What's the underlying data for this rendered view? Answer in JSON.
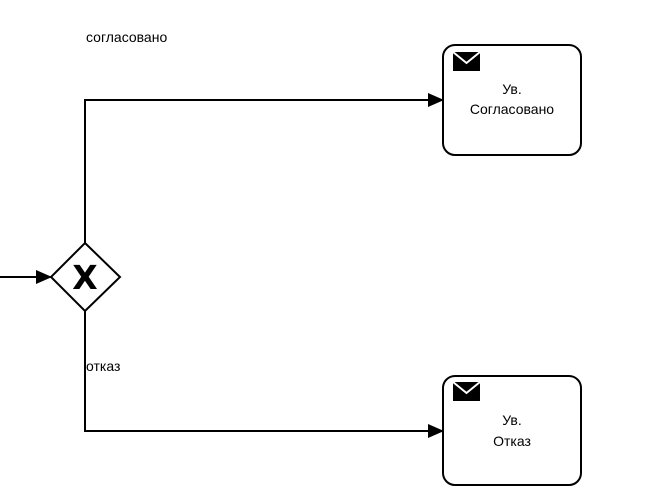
{
  "diagram": {
    "gateway": {
      "type": "exclusive",
      "marker": "X"
    },
    "flows": {
      "approved_label": "согласовано",
      "rejected_label": "отказ"
    },
    "tasks": [
      {
        "type": "send",
        "icon": "envelope-icon",
        "line1": "Ув.",
        "line2": "Согласовано"
      },
      {
        "type": "send",
        "icon": "envelope-icon",
        "line1": "Ув.",
        "line2": "Отказ"
      }
    ]
  },
  "colors": {
    "stroke": "#000000",
    "fill": "#ffffff"
  }
}
